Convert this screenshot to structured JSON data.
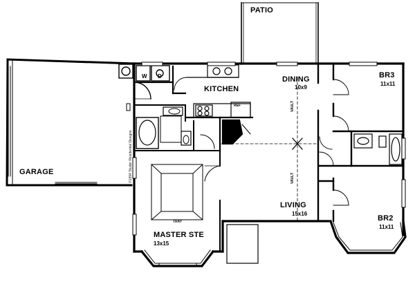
{
  "rooms": {
    "patio": {
      "name": "PATIO"
    },
    "garage": {
      "name": "GARAGE"
    },
    "kitchen": {
      "name": "KITCHEN"
    },
    "dining": {
      "name": "DINING",
      "size": "10x9"
    },
    "br3": {
      "name": "BR3",
      "size": "11x11"
    },
    "living": {
      "name": "LIVING",
      "size": "15x16"
    },
    "br2": {
      "name": "BR2",
      "size": "11x11"
    },
    "master": {
      "name": "MASTER STE",
      "size": "13x15"
    }
  },
  "fixtures": {
    "washer": "W",
    "dryer": "D",
    "refrigerator": "REF",
    "tray_ceiling": "TRAY",
    "vault_upper": "VAULT",
    "vault_lower": "VAULT"
  },
  "copyright": "©1994 Studer Residential Designs"
}
